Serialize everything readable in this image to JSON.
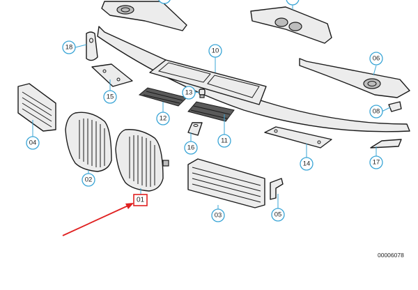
{
  "callouts": [
    {
      "id": "02",
      "label": "02"
    },
    {
      "id": "03",
      "label": "03"
    },
    {
      "id": "04",
      "label": "04"
    },
    {
      "id": "05",
      "label": "05"
    },
    {
      "id": "06",
      "label": "06"
    },
    {
      "id": "08",
      "label": "08"
    },
    {
      "id": "10",
      "label": "10"
    },
    {
      "id": "11",
      "label": "11"
    },
    {
      "id": "12",
      "label": "12"
    },
    {
      "id": "13",
      "label": "13"
    },
    {
      "id": "14",
      "label": "14"
    },
    {
      "id": "15",
      "label": "15"
    },
    {
      "id": "16",
      "label": "16"
    },
    {
      "id": "17",
      "label": "17"
    },
    {
      "id": "18",
      "label": "18"
    }
  ],
  "highlighted_part": {
    "label": "01"
  },
  "reference_number": "00006078",
  "colors": {
    "callout": "#3aa5d6",
    "highlight": "#e02020"
  }
}
